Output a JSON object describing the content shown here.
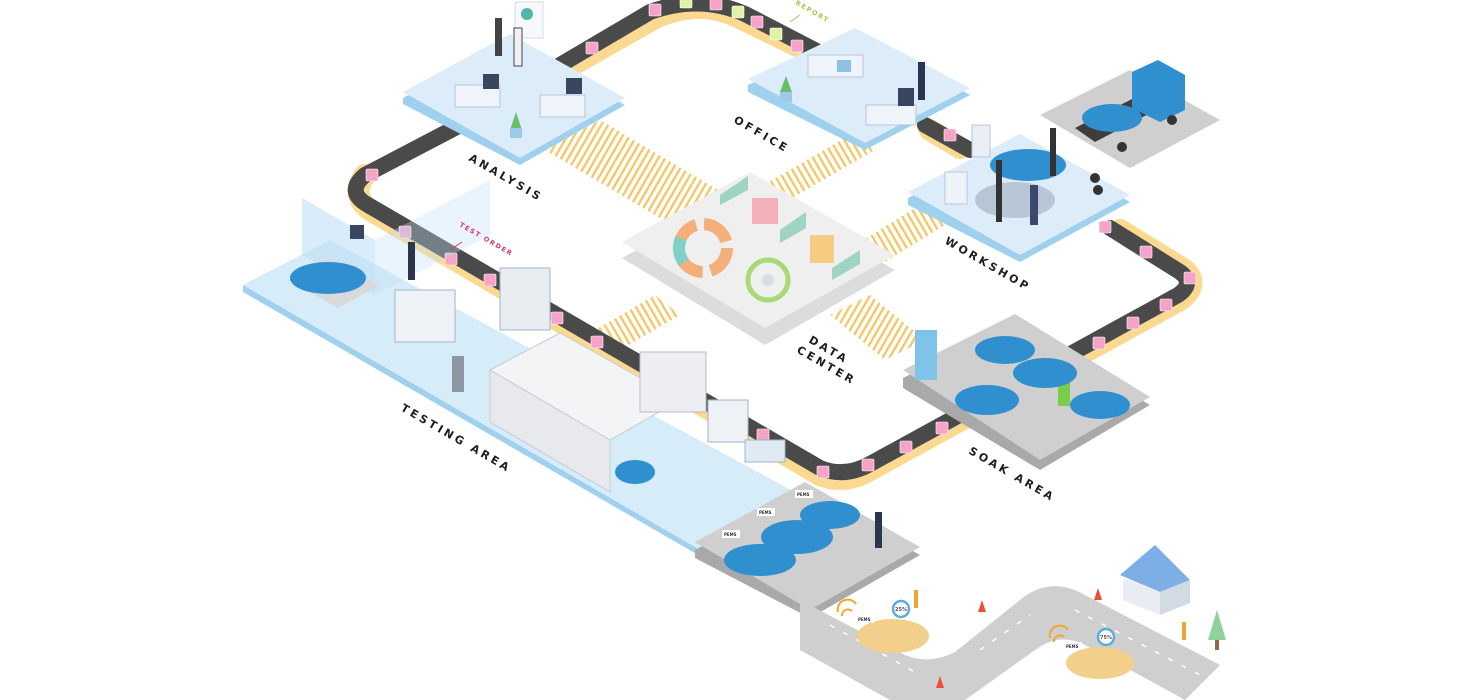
{
  "title": "Vehicle Emissions Testing Workflow",
  "zones": {
    "analysis": "ANALYSIS",
    "office": "OFFICE",
    "workshop": "WORKSHOP",
    "data_center_line1": "DATA",
    "data_center_line2": "CENTER",
    "soak_area": "SOAK AREA",
    "testing_area": "TESTING AREA"
  },
  "flow_tags": {
    "test_order": "TEST ORDER",
    "report": "REPORT"
  },
  "vehicle_tags": {
    "pems": "PEMS"
  },
  "road_test": {
    "vehicle_1_progress": "25%",
    "vehicle_2_progress": "75%"
  },
  "colors": {
    "platform_light": "#dcecf8",
    "platform_edge": "#9fd0ee",
    "testing_floor": "#d6ecf8",
    "gray_platform": "#cfcfcf",
    "gray_platform_edge": "#a9a9a9",
    "conveyor_belt": "#4a4a4a",
    "conveyor_rail": "#fbd990",
    "package_pink": "#f5a3c8",
    "package_green": "#dff2a8",
    "car_blue": "#2f8fcf",
    "car_yellow": "#f2cf8a",
    "test_order_color": "#d6357a",
    "report_color": "#a8c44a",
    "data_link": "#f2c96a"
  }
}
